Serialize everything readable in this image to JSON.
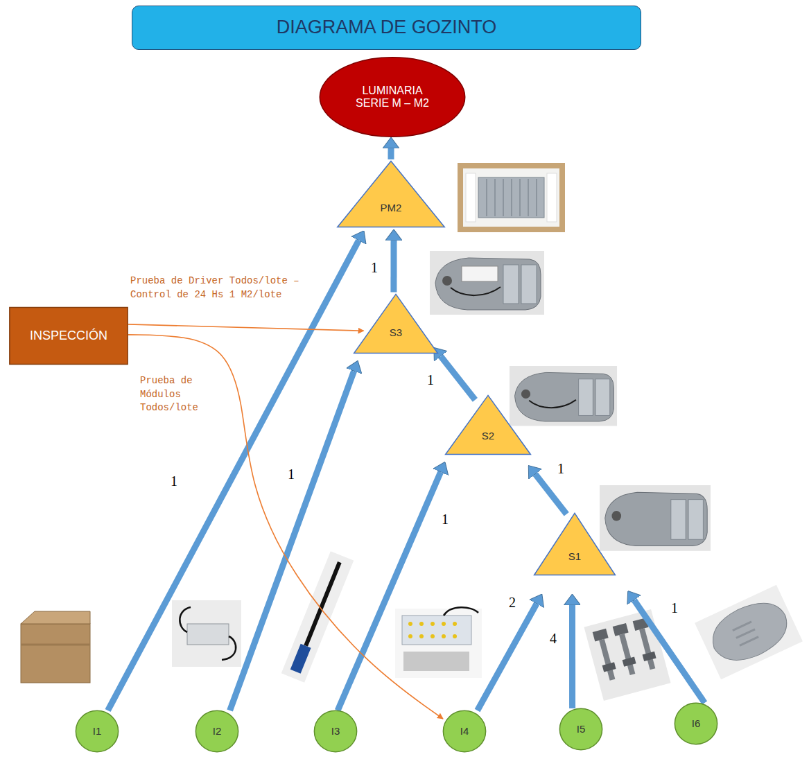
{
  "diagram": {
    "title": "DIAGRAMA DE GOZINTO",
    "nodes": [
      {
        "text": [
          "LUMINARIA SERIE M – M2"
        ]
      },
      {
        "text": [
          "PM2"
        ]
      },
      {
        "text": [
          "S3"
        ]
      },
      {
        "text": [
          "INSPECCIÓN"
        ]
      },
      {
        "text": [
          "S2"
        ]
      },
      {
        "text": [
          "S1"
        ]
      },
      {
        "text": [
          "I1"
        ]
      },
      {
        "text": [
          "I2"
        ]
      },
      {
        "text": [
          "I3"
        ]
      },
      {
        "text": [
          "I4"
        ]
      },
      {
        "text": [
          "I5"
        ]
      },
      {
        "text": [
          "I6"
        ]
      }
    ],
    "edges": [
      {
        "from": 1,
        "to": 0,
        "arrow": "to"
      },
      {
        "from": 2,
        "to": 1,
        "arrow": "to",
        "label": "1"
      },
      {
        "from": 6,
        "to": 1,
        "arrow": "to",
        "label": "1"
      },
      {
        "from": 7,
        "to": 2,
        "arrow": "to",
        "label": "1"
      },
      {
        "from": 4,
        "to": 2,
        "arrow": "to",
        "label": "1"
      },
      {
        "from": 8,
        "to": 4,
        "arrow": "to",
        "label": "1"
      },
      {
        "from": 5,
        "to": 4,
        "arrow": "to",
        "label": "1"
      },
      {
        "from": 9,
        "to": 5,
        "arrow": "to",
        "label": "2"
      },
      {
        "from": 10,
        "to": 5,
        "arrow": "to",
        "label": "4"
      },
      {
        "from": 11,
        "to": 5,
        "arrow": "to",
        "label": "1"
      },
      {
        "from": 3,
        "to": 2,
        "arrow": "to",
        "label": "Prueba de Driver Todos/lote – Control de 24 Hs 1 M2/lote"
      },
      {
        "from": 3,
        "to": 9,
        "arrow": "to",
        "label": "Prueba de Módulos Todos/lote"
      }
    ]
  }
}
